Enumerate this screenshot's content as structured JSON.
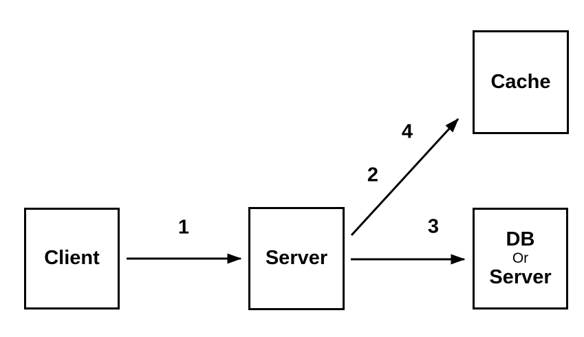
{
  "diagram": {
    "background_color": "#ffffff",
    "stroke_color": "#000000",
    "nodes": {
      "client": {
        "label": "Client"
      },
      "server": {
        "label": "Server"
      },
      "cache": {
        "label": "Cache"
      },
      "db": {
        "line1": "DB",
        "line2": "Or",
        "line3": "Server"
      }
    },
    "arrows": {
      "client_to_server": {
        "label": "1"
      },
      "server_to_cache_lower": {
        "label": "2"
      },
      "server_to_db": {
        "label": "3"
      },
      "server_to_cache_upper": {
        "label": "4"
      }
    }
  }
}
